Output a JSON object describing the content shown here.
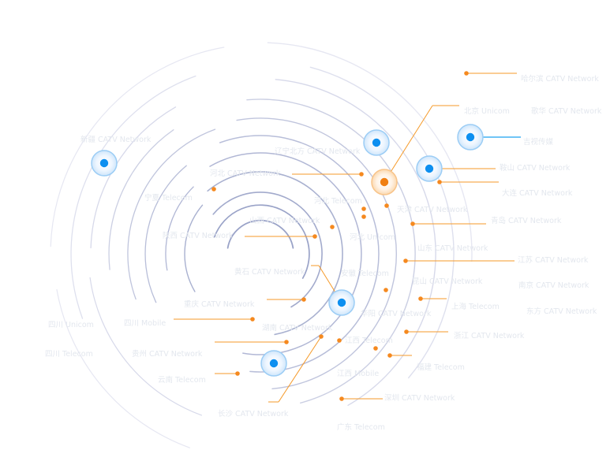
{
  "colors": {
    "ring_outer": "#e6e7f2",
    "ring_inner": "#9aa3c8",
    "leader": "#f59a2a",
    "leader_blue": "#1aa0f0",
    "dot": "#f5891f",
    "node_blue": "#0d8ff0",
    "node_orange": "#f07f12",
    "label": "#e3e7ee"
  },
  "labels": [
    {
      "id": "harbin",
      "text": "哈尔滨 CATV Network"
    },
    {
      "id": "beijing_unicom",
      "text": "北京 Unicom"
    },
    {
      "id": "gehua",
      "text": "歌华 CATV Network"
    },
    {
      "id": "jilin_tv",
      "text": "吉视传媒"
    },
    {
      "id": "xinjiang",
      "text": "新疆 CATV Network"
    },
    {
      "id": "liaoning",
      "text": "辽宁北方 CATV Network"
    },
    {
      "id": "anshan",
      "text": "鞍山 CATV Network"
    },
    {
      "id": "hebei",
      "text": "河北 CATV Network"
    },
    {
      "id": "dalian",
      "text": "大连 CATV Network"
    },
    {
      "id": "ningxia",
      "text": "宁夏 Telecom"
    },
    {
      "id": "hebei_telecom",
      "text": "河北 Telecom"
    },
    {
      "id": "tianjin",
      "text": "天津 CATV Network"
    },
    {
      "id": "qingdao",
      "text": "青岛 CATV Network"
    },
    {
      "id": "shanxi",
      "text": "山西 CATV Network"
    },
    {
      "id": "shaanxi",
      "text": "陕西 CATV Network"
    },
    {
      "id": "henan_unicom",
      "text": "河北 Unicom"
    },
    {
      "id": "shandong",
      "text": "山东 CATV Network"
    },
    {
      "id": "jiangsu",
      "text": "江苏 CATV Network"
    },
    {
      "id": "huangshi",
      "text": "黄石 CATV Network"
    },
    {
      "id": "anhui",
      "text": "安徽 Telecom"
    },
    {
      "id": "kunshan",
      "text": "昆山 CATV Network"
    },
    {
      "id": "nanjing",
      "text": "南京 CATV Network"
    },
    {
      "id": "chongqing",
      "text": "重庆 CATV Network"
    },
    {
      "id": "shanghai",
      "text": "上海 Telecom"
    },
    {
      "id": "dongfang",
      "text": "东方 CATV Network"
    },
    {
      "id": "sichuan_unicom",
      "text": "四川 Unicom"
    },
    {
      "id": "sichuan_mobile",
      "text": "四川 Mobile"
    },
    {
      "id": "hunan",
      "text": "湖南 CATV Network"
    },
    {
      "id": "huayang",
      "text": "华阳 CATV Network"
    },
    {
      "id": "zhejiang",
      "text": "浙江 CATV Network"
    },
    {
      "id": "jiangxi_telecom",
      "text": "江西 Telecom"
    },
    {
      "id": "sichuan_telecom",
      "text": "四川 Telecom"
    },
    {
      "id": "guizhou",
      "text": "贵州 CATV Network"
    },
    {
      "id": "fujian",
      "text": "福建 Telecom"
    },
    {
      "id": "jiangxi_mobile",
      "text": "江西 Mobile"
    },
    {
      "id": "yunnan",
      "text": "云南 Telecom"
    },
    {
      "id": "shenzhen",
      "text": "深圳 CATV Network"
    },
    {
      "id": "changsha",
      "text": "长沙 CATV Network"
    },
    {
      "id": "guangdong",
      "text": "广东 Telecom"
    }
  ]
}
